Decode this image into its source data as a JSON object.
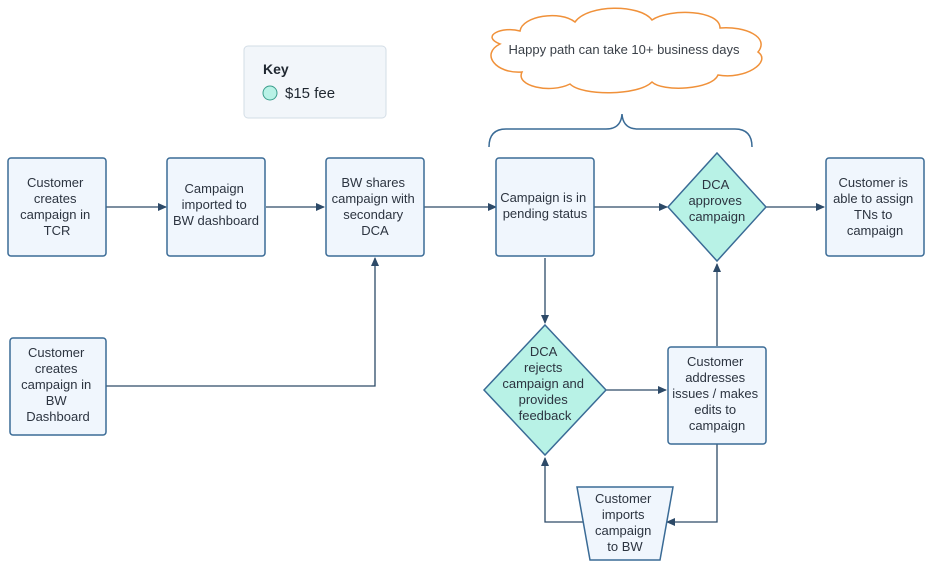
{
  "key": {
    "title": "Key",
    "items": [
      {
        "label": "$15 fee",
        "color": "#b8f2e6"
      }
    ]
  },
  "note": {
    "text": "Happy path can take 10+ business days"
  },
  "colors": {
    "box_fill": "#f0f6fd",
    "box_stroke": "#3a6b96",
    "fee_fill": "#b8f2e6",
    "fee_stroke": "#3a6b96",
    "cloud_stroke": "#f0913a",
    "arrow": "#2d4a68"
  },
  "nodes": {
    "create_tcr": {
      "lines": [
        "Customer",
        "creates",
        "campaign in",
        "TCR"
      ]
    },
    "imported": {
      "lines": [
        "Campaign",
        "imported to",
        "BW dashboard"
      ]
    },
    "bw_shares": {
      "lines": [
        "BW shares",
        "campaign with",
        "secondary",
        "DCA"
      ]
    },
    "pending": {
      "lines": [
        "Campaign is in",
        "pending status"
      ]
    },
    "approves": {
      "lines": [
        "DCA",
        "approves",
        "campaign"
      ]
    },
    "assign": {
      "lines": [
        "Customer is",
        "able to assign",
        "TNs to",
        "campaign"
      ]
    },
    "create_bw": {
      "lines": [
        "Customer",
        "creates",
        "campaign in",
        "BW",
        "Dashboard"
      ]
    },
    "rejects": {
      "lines": [
        "DCA",
        "rejects",
        "campaign and",
        "provides",
        "feedback"
      ]
    },
    "addresses": {
      "lines": [
        "Customer",
        "addresses",
        "issues / makes",
        "edits to",
        "campaign"
      ]
    },
    "imports": {
      "lines": [
        "Customer",
        "imports",
        "campaign",
        "to BW"
      ]
    }
  }
}
